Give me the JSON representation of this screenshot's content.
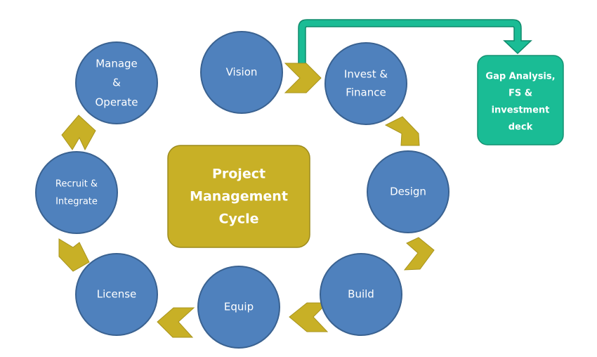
{
  "colors": {
    "node_fill": "#4f81bd",
    "center_fill": "#c8b026",
    "chevron_fill": "#c8b026",
    "side_box_fill": "#1abc95"
  },
  "center": {
    "lines": [
      "Project",
      "Management",
      "Cycle"
    ]
  },
  "nodes": {
    "vision": {
      "lines": [
        "Vision"
      ]
    },
    "invest": {
      "lines": [
        "Invest &",
        "Finance"
      ]
    },
    "design": {
      "lines": [
        "Design"
      ]
    },
    "build": {
      "lines": [
        "Build"
      ]
    },
    "equip": {
      "lines": [
        "Equip"
      ]
    },
    "license": {
      "lines": [
        "License"
      ]
    },
    "recruit": {
      "lines": [
        "Recruit &",
        "Integrate"
      ]
    },
    "manage": {
      "lines": [
        "Manage",
        "&",
        "Operate"
      ]
    }
  },
  "side_box": {
    "lines": [
      "Gap Analysis,",
      "FS &",
      "investment",
      "deck"
    ]
  },
  "icons": {
    "chevron": "chevron-arrow-icon",
    "connector": "bent-arrow-icon"
  }
}
